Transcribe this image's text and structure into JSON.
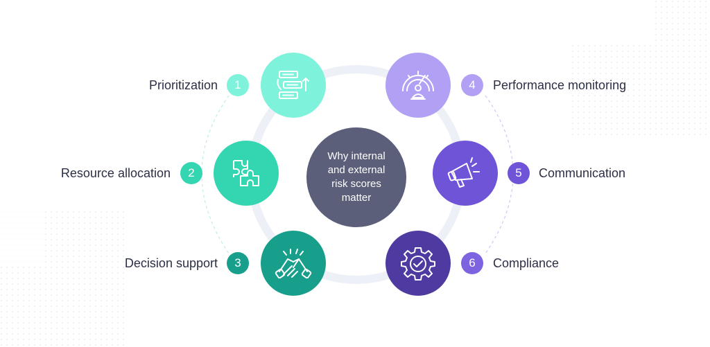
{
  "center": {
    "text": "Why internal and external risk scores matter"
  },
  "items": [
    {
      "number": "1",
      "label": "Prioritization",
      "icon": "prioritization-icon",
      "circle_color": "#7ff2dc",
      "badge_color": "#7ff2dc"
    },
    {
      "number": "2",
      "label": "Resource allocation",
      "icon": "puzzle-icon",
      "circle_color": "#33d6b0",
      "badge_color": "#33d6b0"
    },
    {
      "number": "3",
      "label": "Decision support",
      "icon": "handshake-icon",
      "circle_color": "#179f8c",
      "badge_color": "#179f8c"
    },
    {
      "number": "4",
      "label": "Performance monitoring",
      "icon": "gauge-icon",
      "circle_color": "#b1a0f4",
      "badge_color": "#b1a0f4"
    },
    {
      "number": "5",
      "label": "Communication",
      "icon": "megaphone-icon",
      "circle_color": "#6f54d8",
      "badge_color": "#6f54d8"
    },
    {
      "number": "6",
      "label": "Compliance",
      "icon": "gear-check-icon",
      "circle_color": "#4e3aa0",
      "badge_color": "#7d63e0"
    }
  ],
  "colors": {
    "center_fill": "#5b5f7a",
    "ring": "#eef0f8",
    "text": "#2b2f44"
  }
}
